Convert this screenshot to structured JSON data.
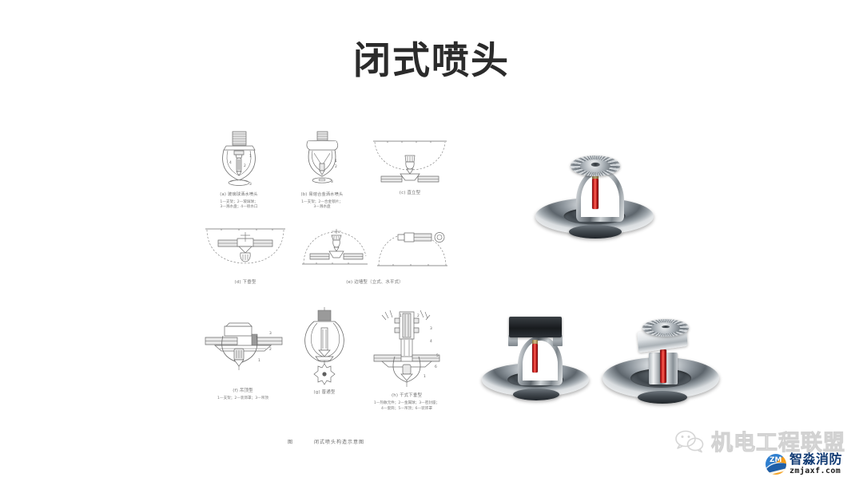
{
  "slide": {
    "title": "闭式喷头",
    "background_color": "#ffffff",
    "title_color": "#2b2b2b"
  },
  "figure": {
    "figure_label": "图",
    "figure_caption": "闭式喷头构造示意图",
    "items": [
      {
        "key": "a",
        "caption": "(a)  玻璃球洒水喷头",
        "legend_line1": "1—支架；2—玻璃球；",
        "legend_line2": "3—溅水盘；4—喷水口"
      },
      {
        "key": "b",
        "caption": "(b)  易熔合金洒水喷头",
        "legend_line1": "1—支架；2—合金锁片；",
        "legend_line2": "3—溅水盘"
      },
      {
        "key": "c",
        "caption": "(c)  直立型",
        "legend_line1": "",
        "legend_line2": ""
      },
      {
        "key": "d",
        "caption": "(d)  下垂型",
        "legend_line1": "",
        "legend_line2": ""
      },
      {
        "key": "e",
        "caption": "(e)  边墙型（立式、水平式）",
        "legend_line1": "",
        "legend_line2": ""
      },
      {
        "key": "f",
        "caption": "(f)  吊顶型",
        "legend_line1": "1—支架；2—装饰罩；3—吊顶",
        "legend_line2": ""
      },
      {
        "key": "g",
        "caption": "(g)  普通型",
        "legend_line1": "",
        "legend_line2": ""
      },
      {
        "key": "h",
        "caption": "(h)  干式下垂型",
        "legend_line1": "1—热敏元件；2—金属球；3—密封座；",
        "legend_line2": "4—套筒；5—吊顶；6—装饰罩"
      }
    ],
    "callout_numbers": {
      "a": [
        "1",
        "2",
        "3",
        "4"
      ],
      "b": [
        "1",
        "2",
        "3"
      ],
      "f": [
        "1",
        "2",
        "3"
      ],
      "h": [
        "1",
        "2",
        "3",
        "4",
        "5",
        "6"
      ]
    }
  },
  "photos": [
    {
      "name": "pendent-sprinkler-with-escutcheon",
      "type": "pendent",
      "bulb_color": "#d62a2a",
      "chrome_color": "#9aa2a8"
    },
    {
      "name": "sidewall-sprinkler-flat-deflector",
      "type": "sidewall-flat",
      "bulb_color": "#d62a2a",
      "chrome_color": "#9aa2a8"
    },
    {
      "name": "concealed-sprinkler-angled-deflector",
      "type": "concealed",
      "bulb_color": "#d62a2a",
      "chrome_color": "#9aa2a8"
    }
  ],
  "watermarks": {
    "wechat": {
      "icon": "wechat-icon",
      "text": "机电工程联盟",
      "color": "#d6d6d6"
    },
    "brand": {
      "badge_text": "ZM",
      "name_cn": "智淼消防",
      "name_en": "zmjaxf.com",
      "color_cn": "#103a73",
      "color_badge_blue": "#2f7fd0",
      "color_badge_orange": "#f59a14"
    }
  }
}
